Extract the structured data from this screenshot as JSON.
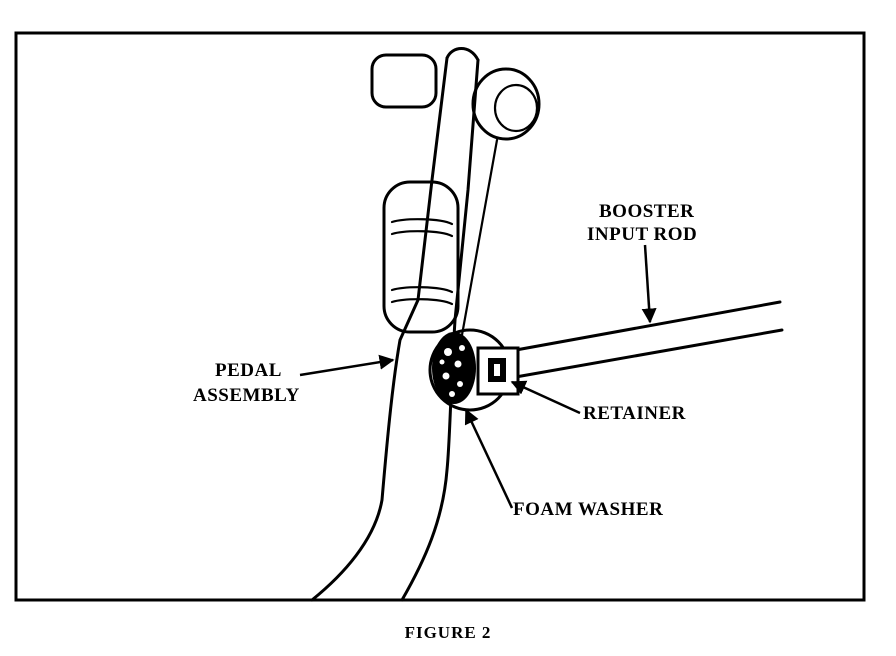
{
  "labels": {
    "booster_line1": "BOOSTER",
    "booster_line2": "INPUT ROD",
    "pedal_line1": "PEDAL",
    "pedal_line2": "ASSEMBLY",
    "retainer": "RETAINER",
    "foam_washer": "FOAM WASHER"
  },
  "caption": "FIGURE 2"
}
